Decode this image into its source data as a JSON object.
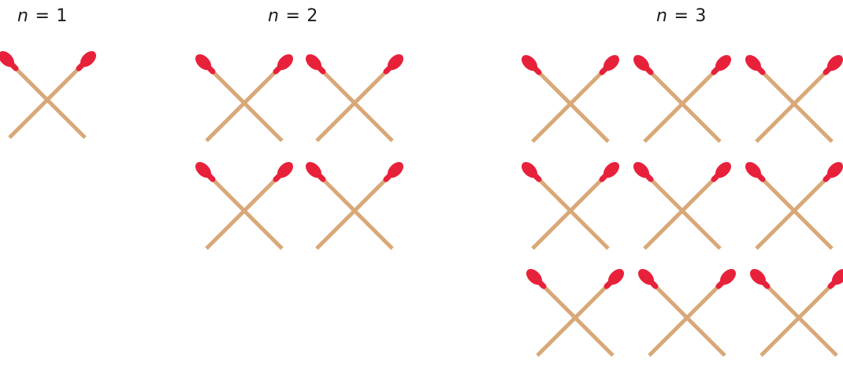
{
  "panels": [
    {
      "var": "n",
      "eq": "=",
      "value": "1",
      "rows": 1,
      "cols": 1
    },
    {
      "var": "n",
      "eq": "=",
      "value": "2",
      "rows": 2,
      "cols": 2
    },
    {
      "var": "n",
      "eq": "=",
      "value": "3",
      "rows": 3,
      "cols": 3
    }
  ],
  "colors": {
    "stick": "#D9A878",
    "head": "#E8213B",
    "text": "#1a1a1a"
  }
}
